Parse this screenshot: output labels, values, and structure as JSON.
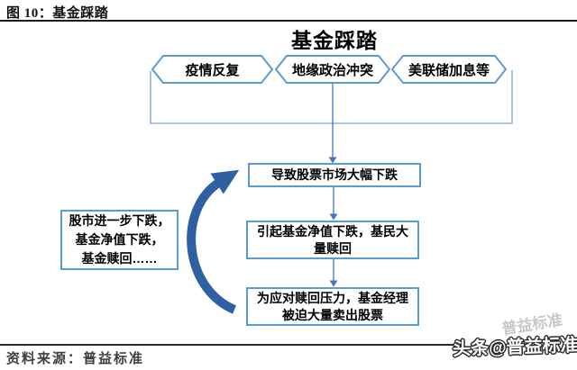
{
  "header": {
    "figure_label": "图 10：基金踩踏"
  },
  "diagram": {
    "title": "基金踩踏",
    "hexagons": [
      {
        "label": "疫情反复"
      },
      {
        "label": "地缘政治冲突"
      },
      {
        "label": "美联储加息等"
      }
    ],
    "flow_boxes": {
      "box1": {
        "line1": "导致股票市场大幅下跌"
      },
      "box2": {
        "line1": "引起基金净值下跌，基民大",
        "line2": "量赎回"
      },
      "box3": {
        "line1": "为应对赎回压力，基金经理",
        "line2": "被迫大量卖出股票"
      }
    },
    "side_box": {
      "line1": "股市进一步下跌，",
      "line2": "基金净值下跌，",
      "line3": "基金赎回……"
    },
    "colors": {
      "shape_border": "#5B9BD5",
      "connector_line": "#4472C4",
      "cycle_arrow": "#3060A4"
    }
  },
  "footer": {
    "source_label": "资料来源：普益标准"
  },
  "watermark": {
    "ghost": "普益标准",
    "main": "头条@普益标准"
  }
}
